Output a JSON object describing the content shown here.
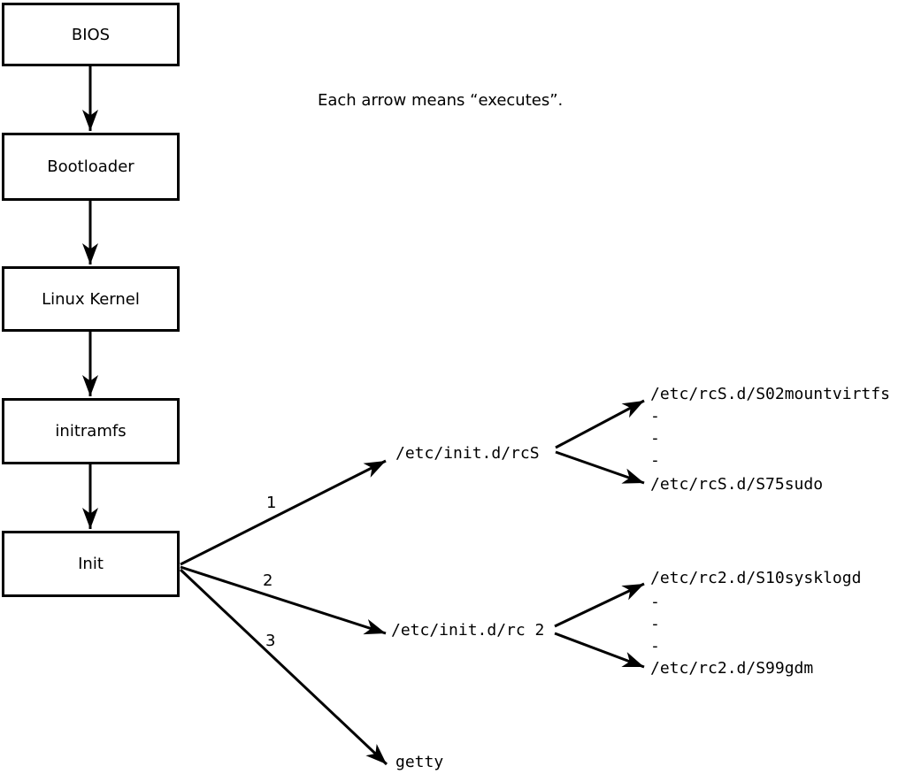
{
  "diagram": {
    "note": "Each arrow means “executes”.",
    "boxes": [
      {
        "label": "BIOS"
      },
      {
        "label": "Bootloader"
      },
      {
        "label": "Linux Kernel"
      },
      {
        "label": "initramfs"
      },
      {
        "label": "Init"
      }
    ],
    "branches": [
      {
        "number": "1",
        "target": "/etc/init.d/rcS",
        "children": [
          "/etc/rcS.d/S02mountvirtfs",
          "-",
          "-",
          "-",
          "/etc/rcS.d/S75sudo"
        ]
      },
      {
        "number": "2",
        "target": "/etc/init.d/rc 2",
        "children": [
          "/etc/rc2.d/S10sysklogd",
          "-",
          "-",
          "-",
          "/etc/rc2.d/S99gdm"
        ]
      },
      {
        "number": "3",
        "target": "getty",
        "children": []
      }
    ],
    "colors": {
      "line": "#000000",
      "background": "#ffffff",
      "text": "#000000"
    }
  }
}
